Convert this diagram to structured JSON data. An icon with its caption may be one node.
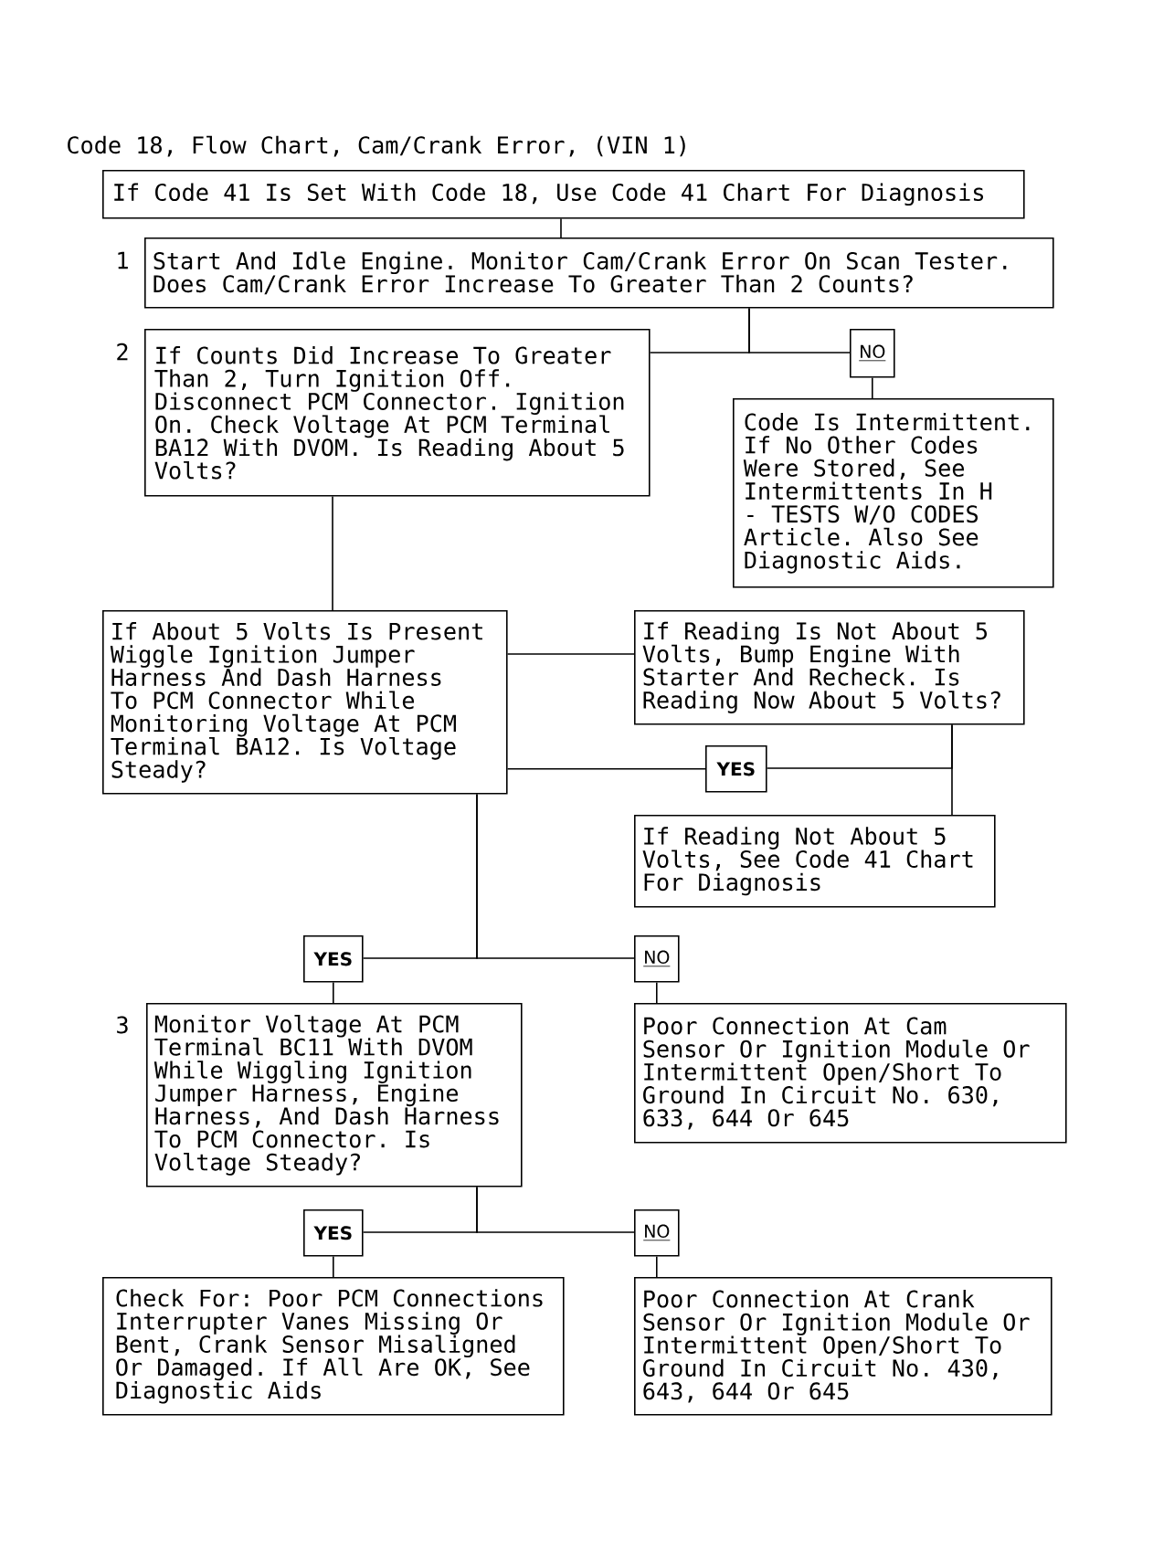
{
  "diagram": {
    "title": "Code 18, Flow Chart, Cam/Crank Error, (VIN 1)",
    "nodes": [
      {
        "text": [
          "If Code 41 Is Set With Code 18, Use Code 41 Chart For Diagnosis"
        ]
      },
      {
        "text": [
          "Start And Idle Engine. Monitor Cam/Crank Error On Scan Tester. Does Cam/Crank Error Increase To Greater Than 2 Counts?"
        ],
        "beside": [
          "1"
        ]
      },
      {
        "text": [
          "If Counts Did Increase To Greater Than 2, Turn Ignition Off. Disconnect PCM Connector. Ignition On. Check Voltage At PCM Terminal BA12 With DVOM. Is Reading About 5 Volts?"
        ],
        "beside": [
          "2"
        ]
      },
      {
        "text": [
          "NO"
        ]
      },
      {
        "text": [
          "Code Is Intermittent. If No Other Codes Were Stored, See Intermittents In H - TESTS W/O CODES Article. Also See Diagnostic Aids."
        ]
      },
      {
        "text": [
          "If About 5 Volts Is Present Wiggle Ignition Jumper Harness And Dash Harness To PCM Connector While Monitoring Voltage At PCM Terminal BA12. Is Voltage Steady?"
        ]
      },
      {
        "text": [
          "If Reading Is Not About 5 Volts, Bump Engine With Starter And Recheck. Is Reading Now About 5 Volts?"
        ]
      },
      {
        "text": [
          "YES"
        ]
      },
      {
        "text": [
          "If Reading Not About 5 Volts, See Code 41 Chart For Diagnosis"
        ]
      },
      {
        "text": [
          "YES"
        ]
      },
      {
        "text": [
          "NO"
        ]
      },
      {
        "text": [
          "Monitor Voltage At PCM Terminal BC11 With DVOM While Wiggling Ignition Jumper Harness, Engine Harness, And Dash Harness To PCM Connector. Is Voltage Steady?"
        ],
        "beside": [
          "3"
        ]
      },
      {
        "text": [
          "Poor Connection At Cam Sensor Or Ignition Module Or Intermittent Open/Short To Ground In Circuit No. 630, 633, 644 Or 645"
        ]
      },
      {
        "text": [
          "YES"
        ]
      },
      {
        "text": [
          "NO"
        ]
      },
      {
        "text": [
          "Check For: Poor PCM Connections Interrupter Vanes Missing Or Bent, Crank Sensor Misaligned Or Damaged. If All Are OK, See Diagnostic Aids"
        ]
      },
      {
        "text": [
          "Poor Connection At Crank Sensor Or Ignition Module Or Intermittent Open/Short To Ground In Circuit No. 430, 643, 644 Or 645"
        ]
      }
    ],
    "edges": [
      {
        "from": 0,
        "to": 1,
        "arrow": "none"
      },
      {
        "from": 1,
        "to": 2,
        "arrow": "none"
      },
      {
        "from": 1,
        "to": 3,
        "arrow": "none"
      },
      {
        "from": 3,
        "to": 4,
        "arrow": "none"
      },
      {
        "from": 2,
        "to": 5,
        "arrow": "none"
      },
      {
        "from": 5,
        "to": 6,
        "arrow": "none"
      },
      {
        "from": 6,
        "to": 7,
        "arrow": "none"
      },
      {
        "from": 6,
        "to": 8,
        "arrow": "none"
      },
      {
        "from": 7,
        "to": 5,
        "arrow": "none"
      },
      {
        "from": 5,
        "to": 9,
        "arrow": "none"
      },
      {
        "from": 5,
        "to": 10,
        "arrow": "none"
      },
      {
        "from": 9,
        "to": 11,
        "arrow": "none"
      },
      {
        "from": 10,
        "to": 12,
        "arrow": "none"
      },
      {
        "from": 11,
        "to": 13,
        "arrow": "none"
      },
      {
        "from": 11,
        "to": 14,
        "arrow": "none"
      },
      {
        "from": 13,
        "to": 15,
        "arrow": "none"
      },
      {
        "from": 14,
        "to": 16,
        "arrow": "none"
      }
    ]
  }
}
